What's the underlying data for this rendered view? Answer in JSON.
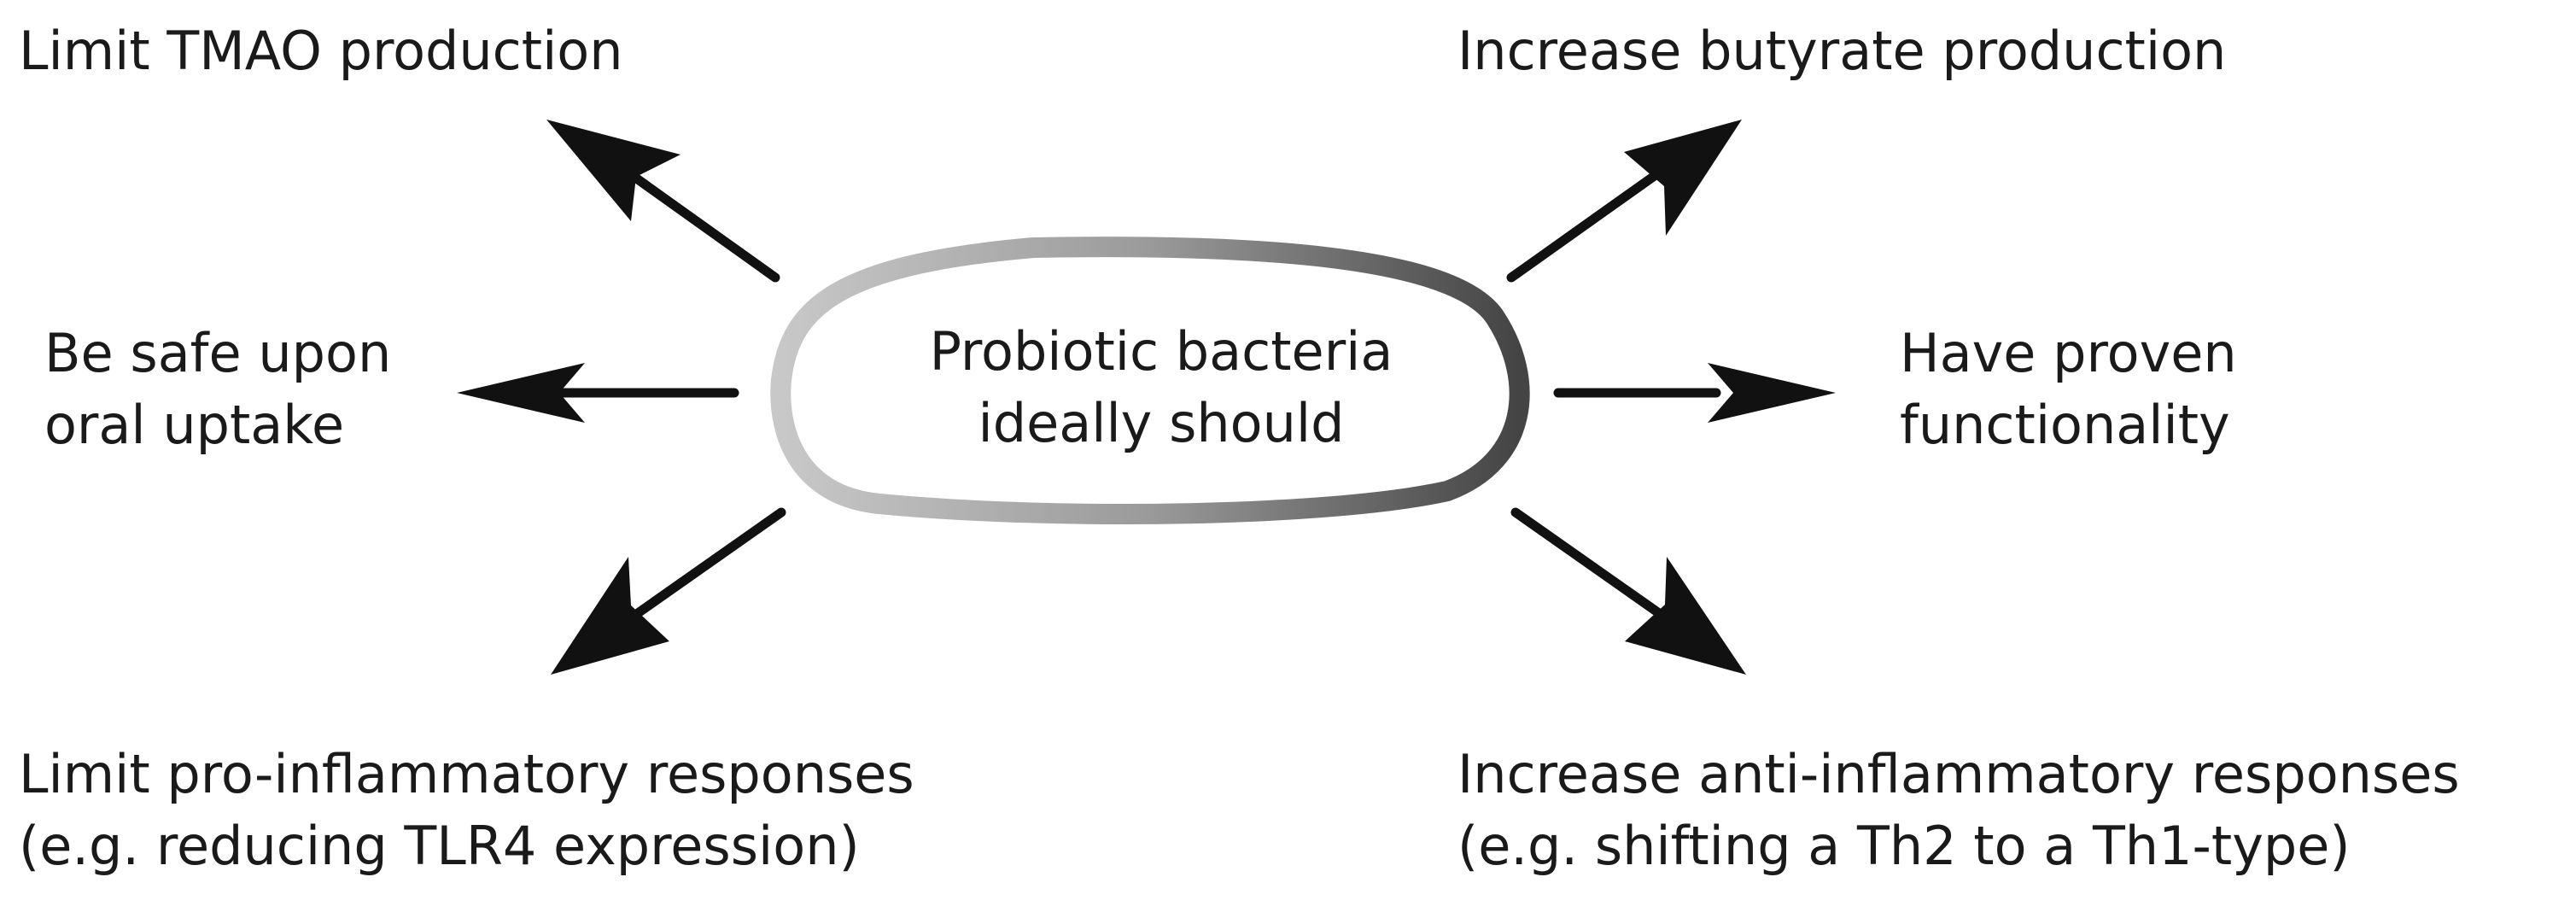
{
  "center": {
    "lines": [
      "Probiotic bacteria",
      "ideally should"
    ]
  },
  "goals": {
    "top_left": {
      "lines": [
        "Limit TMAO production"
      ]
    },
    "top_right": {
      "lines": [
        "Increase butyrate production"
      ]
    },
    "mid_left": {
      "lines": [
        "Be safe upon",
        "oral uptake"
      ]
    },
    "mid_right": {
      "lines": [
        "Have proven",
        "functionality"
      ]
    },
    "bottom_left": {
      "lines": [
        "Limit pro-inflammatory responses",
        "(e.g. reducing TLR4 expression)"
      ]
    },
    "bottom_right": {
      "lines": [
        "Increase anti-inflammatory responses",
        "(e.g. shifting a Th2 to a Th1-type)"
      ]
    }
  },
  "colors": {
    "text": "#1a1a1a",
    "arrow": "#111111",
    "ring_light": "#c4c4c4",
    "ring_dark": "#4a4a4a"
  }
}
